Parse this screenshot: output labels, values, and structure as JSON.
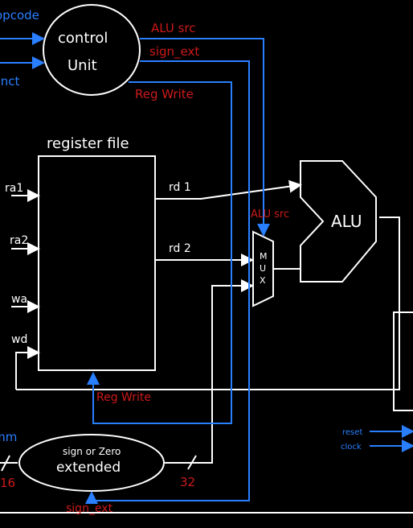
{
  "colors": {
    "background": "#000000",
    "wire": "#ffffff",
    "control_signal": "#2a7fff",
    "annotation": "#cc1a1a"
  },
  "control_unit": {
    "line1": "control",
    "line2": "Unit",
    "input_opcode": "opcode",
    "input_funct": "funct",
    "out_alusrc": "ALU src",
    "out_sign_ext": "sign_ext",
    "out_regwrite": "Reg Write"
  },
  "register_file": {
    "title": "register file",
    "ports_in": [
      "ra1",
      "ra2",
      "wa",
      "wd"
    ],
    "ports_out": [
      "rd 1",
      "rd 2"
    ],
    "regwrite_label": "Reg Write"
  },
  "mux": {
    "letters": [
      "M",
      "U",
      "X"
    ],
    "select_label": "ALU src"
  },
  "alu": {
    "label": "ALU"
  },
  "extender": {
    "line1": "sign or Zero",
    "line2": "extended",
    "input_label": "imm",
    "input_width": "16",
    "output_width": "32",
    "control_label": "sign_ext"
  },
  "right_inputs": {
    "reset": "reset",
    "clock": "clock"
  }
}
